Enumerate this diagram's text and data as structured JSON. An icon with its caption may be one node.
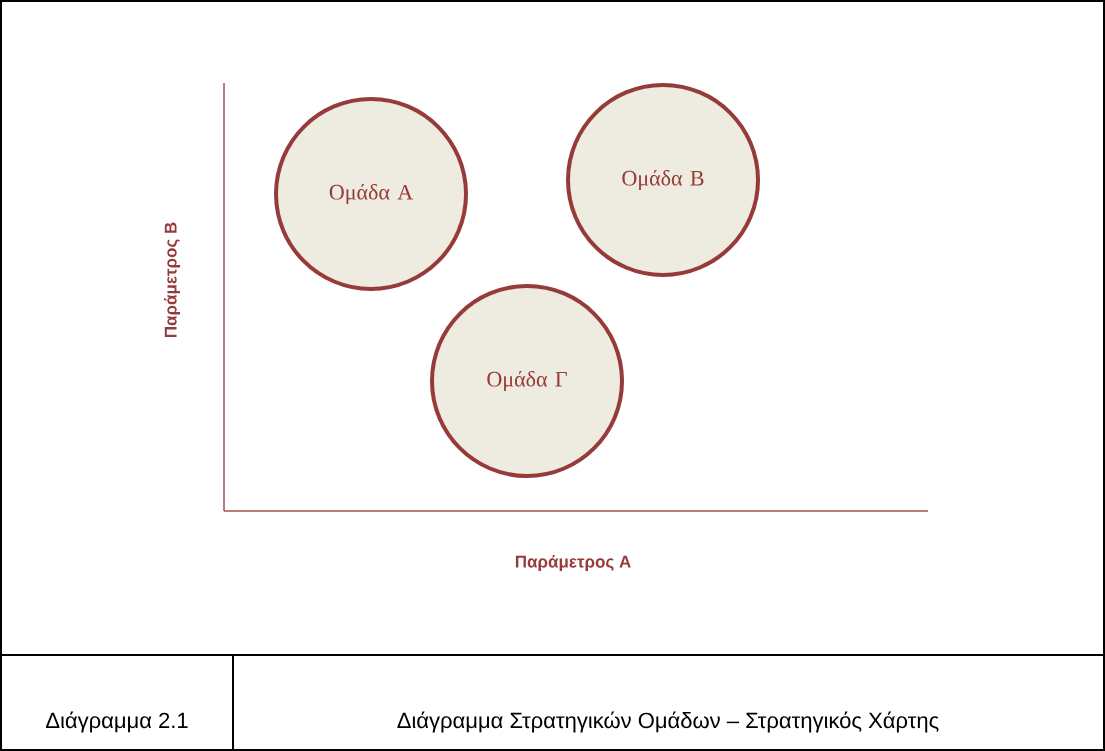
{
  "diagram": {
    "nodes": [
      {
        "text": [
          "Ομάδα Α"
        ]
      },
      {
        "text": [
          "Ομάδα Β"
        ]
      },
      {
        "text": [
          "Ομάδα Γ"
        ]
      }
    ],
    "labels": [
      "Παράμετρος Β",
      "Παράμετρος Α",
      "Διάγραμμα 2.1",
      "Διάγραμμα Στρατηγικών Ομάδων – Στρατηγικός Χάρτης"
    ]
  }
}
